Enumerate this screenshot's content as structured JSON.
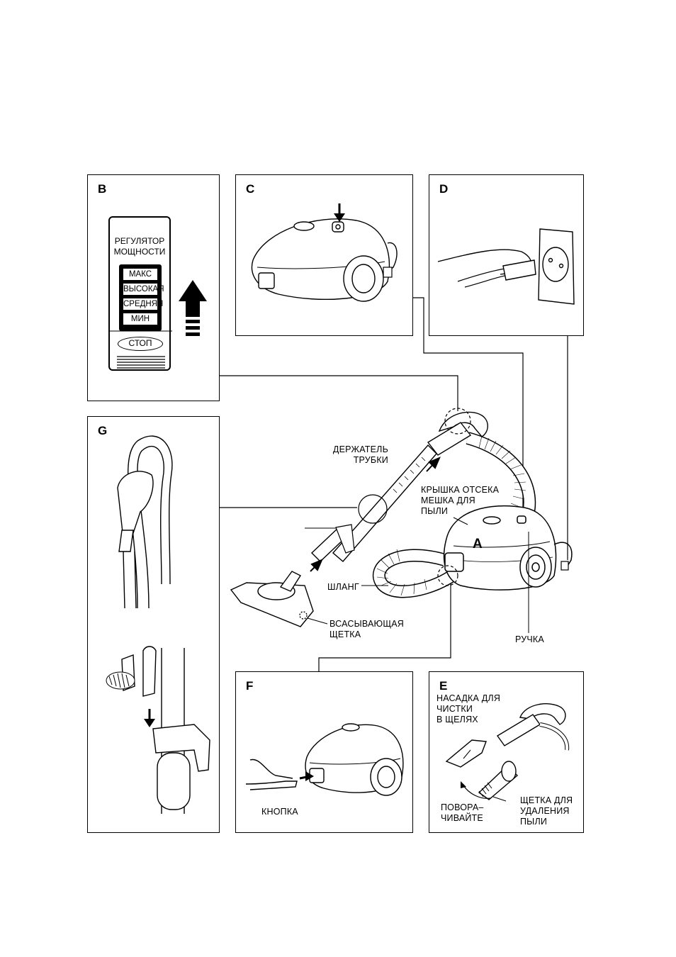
{
  "panels": {
    "B": "B",
    "C": "C",
    "D": "D",
    "G": "G",
    "F": "F",
    "E": "E"
  },
  "controller": {
    "title_line1": "РЕГУЛЯТОР",
    "title_line2": "МОЩНОСТИ",
    "levels": [
      "МАКС",
      "ВЫСОКАЯ",
      "СРЕДНЯЯ",
      "МИН"
    ],
    "stop": "СТОП"
  },
  "main": {
    "unit_letter": "A",
    "tube_holder_line1": "ДЕРЖАТЕЛЬ",
    "tube_holder_line2": "ТРУБКИ",
    "bag_cover_line1": "КРЫШКА ОТСЕКА",
    "bag_cover_line2": "МЕШКА ДЛЯ",
    "bag_cover_line3": "ПЫЛИ",
    "hose": "ШЛАНГ",
    "brush_line1": "ВСАСЫВАЮЩАЯ",
    "brush_line2": "ЩЕТКА",
    "handle": "РУЧКА"
  },
  "panel_f": {
    "button": "КНОПКА"
  },
  "panel_e": {
    "crevice_line1": "НАСАДКА ДЛЯ",
    "crevice_line2": "ЧИСТКИ",
    "crevice_line3": "В ЩЕЛЯХ",
    "rotate_line1": "ПОВОРА–",
    "rotate_line2": "ЧИВАЙТЕ",
    "dust_brush_line1": "ЩЕТКА ДЛЯ",
    "dust_brush_line2": "УДАЛЕНИЯ",
    "dust_brush_line3": "ПЫЛИ"
  }
}
